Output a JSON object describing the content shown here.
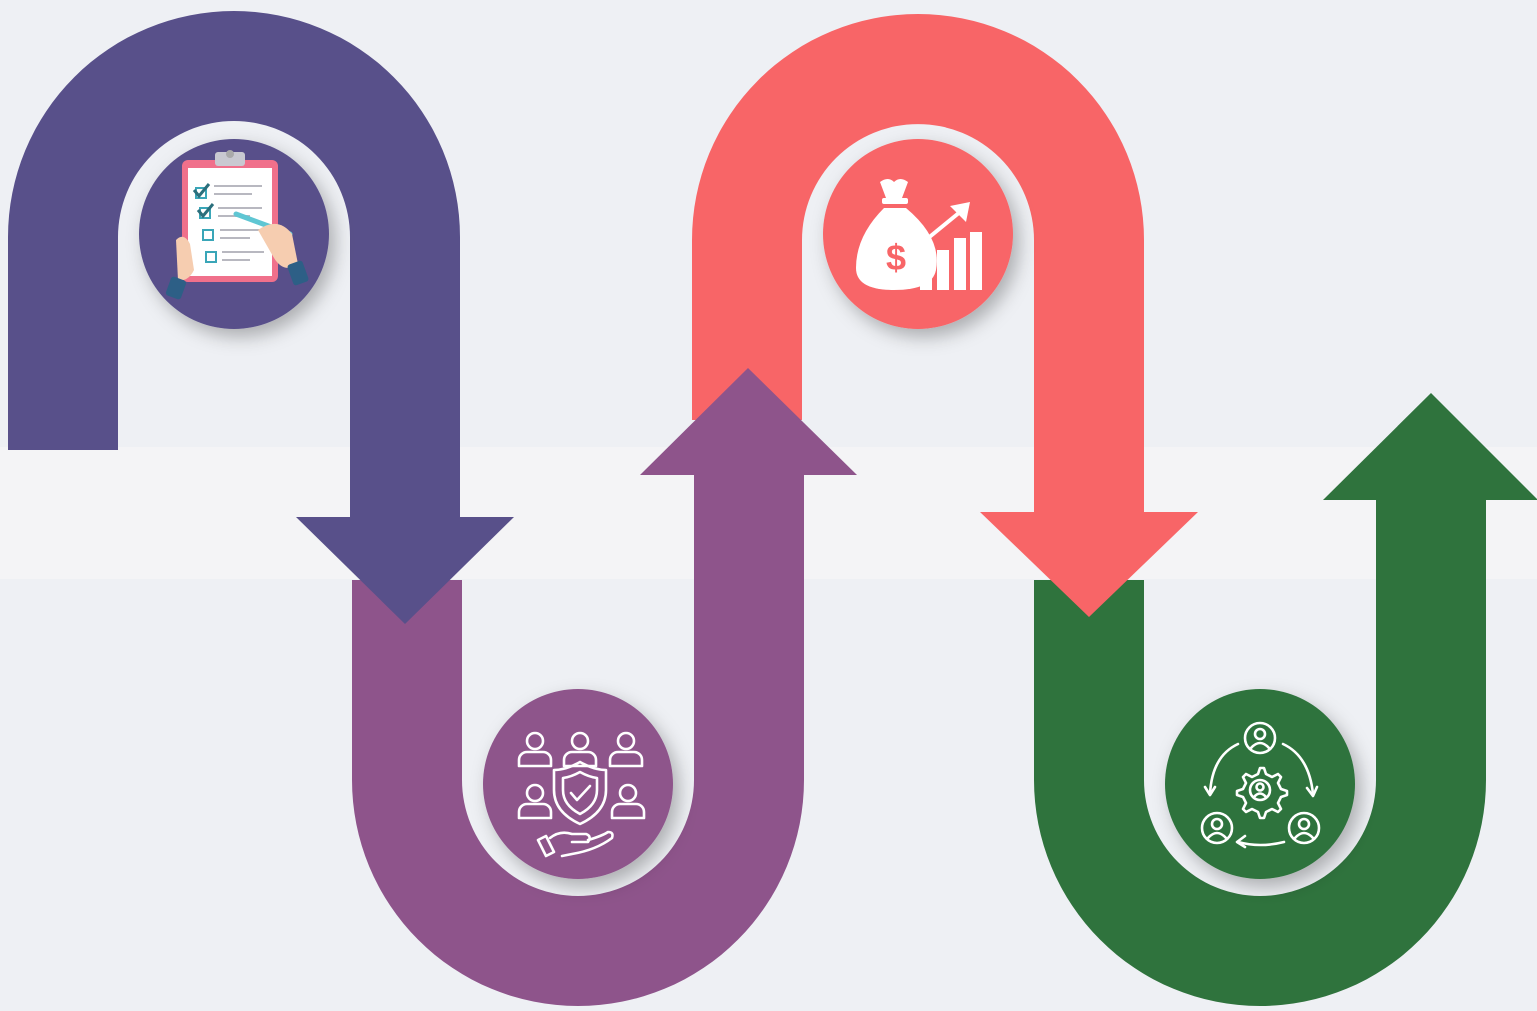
{
  "diagram": {
    "kind": "serpentine-process-flow",
    "step_count": 4,
    "steps": [
      {
        "id": "step-1",
        "icon": "checklist-clipboard-icon",
        "color": "#58508a",
        "arrow_direction": "down"
      },
      {
        "id": "step-2",
        "icon": "team-protection-shield-icon",
        "color": "#8e548b",
        "arrow_direction": "up"
      },
      {
        "id": "step-3",
        "icon": "money-bag-growth-chart-icon",
        "color": "#f86567",
        "arrow_direction": "down"
      },
      {
        "id": "step-4",
        "icon": "team-collaboration-cycle-icon",
        "color": "#2f733d",
        "arrow_direction": "up"
      }
    ],
    "colors": {
      "background": "#eef0f4",
      "band": "#f4f4f6",
      "icon_outline": "#ffffff"
    }
  }
}
